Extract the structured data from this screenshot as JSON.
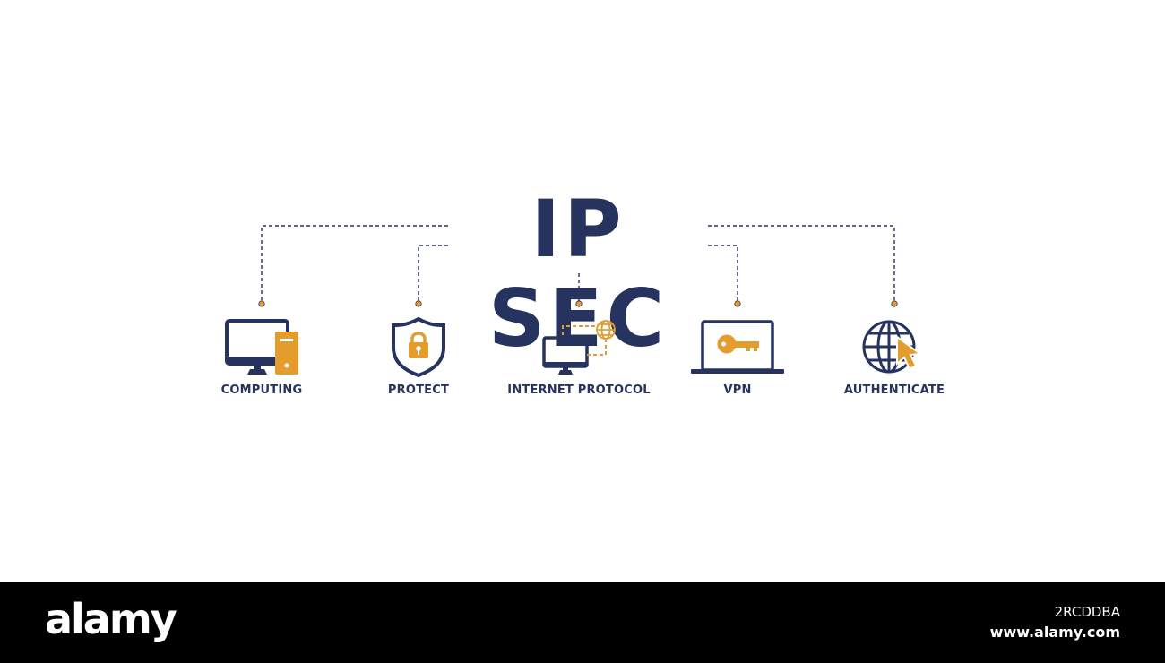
{
  "title": "IP SEC",
  "colors": {
    "primary": "#26335f",
    "accent": "#e49d2d",
    "background": "#ffffff",
    "footer": "#000000"
  },
  "items": [
    {
      "label": "COMPUTING",
      "icon": "desktop-computer-icon"
    },
    {
      "label": "PROTECT",
      "icon": "shield-lock-icon"
    },
    {
      "label": "INTERNET PROTOCOL",
      "icon": "monitor-globe-network-icon"
    },
    {
      "label": "VPN",
      "icon": "laptop-key-icon"
    },
    {
      "label": "AUTHENTICATE",
      "icon": "globe-cursor-icon"
    }
  ],
  "footer": {
    "logo": "alamy",
    "image_code": "2RCDDBA",
    "site": "www.alamy.com"
  }
}
